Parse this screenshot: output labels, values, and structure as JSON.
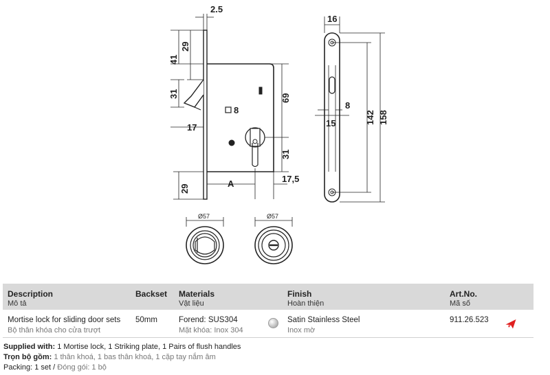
{
  "drawing": {
    "dims": {
      "forend_thickness": "2.5",
      "top_to_latch_gap": "41",
      "top_offset": "29",
      "latch_height": "31",
      "spindle": "8",
      "latch_depth": "17",
      "latch_to_cylinder": "69",
      "cylinder_below": "31",
      "bottom_offset": "29",
      "backset": "A",
      "case_edge": "17,5",
      "forend_width": "16",
      "slot_width": "8",
      "slot_depth": "15",
      "hole_spacing": "142",
      "forend_length": "158",
      "handle_diameter_left": "Ø57",
      "handle_diameter_right": "Ø57"
    }
  },
  "table": {
    "headers": {
      "description": "Description",
      "description_vi": "Mô tả",
      "backset": "Backset",
      "materials": "Materials",
      "materials_vi": "Vật liệu",
      "finish": "Finish",
      "finish_vi": "Hoàn thiện",
      "artno": "Art.No.",
      "artno_vi": "Mã số"
    },
    "row": {
      "description": "Mortise lock for sliding door sets",
      "description_vi": "Bộ thân khóa cho cửa trượt",
      "backset": "50mm",
      "materials": "Forend: SUS304",
      "materials_vi": "Mặt khóa: Inox 304",
      "finish": "Satin Stainless Steel",
      "finish_vi": "Inox mờ",
      "artno": "911.26.523",
      "icon": "airplane-icon"
    }
  },
  "footer": {
    "supplied_label": "Supplied with:",
    "supplied_text": " 1 Mortise lock, 1 Striking plate, 1 Pairs of flush handles",
    "vi_label": "Trọn bộ gồm:",
    "vi_text": " 1 thân khoá, 1 bas thân khoá, 1 cặp tay nắm âm",
    "packing_label": "Packing:",
    "packing_text": " 1 set / ",
    "packing_vi": "Đóng gói: 1 bộ"
  },
  "colors": {
    "header_bg": "#d9d9d9",
    "plane": "#e02020"
  }
}
